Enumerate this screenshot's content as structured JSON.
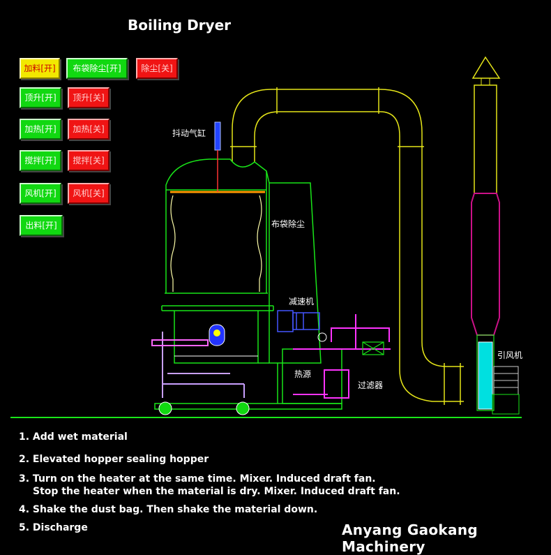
{
  "title": "Boiling Dryer",
  "colors": {
    "button_on": "#11d811",
    "button_off": "#f01414",
    "button_feed": "#f2e800",
    "structure": "#19e619",
    "duct": "#e6e619",
    "heater": "#ff33ff",
    "fan_body": "#cc1188"
  },
  "buttons": [
    {
      "label": "加料[开]",
      "style": "yellow"
    },
    {
      "label": "布袋除尘[开]",
      "style": "green"
    },
    {
      "label": "除尘[关]",
      "style": "red"
    },
    {
      "label": "顶升[开]",
      "style": "green"
    },
    {
      "label": "顶升[关]",
      "style": "red"
    },
    {
      "label": "加热[开]",
      "style": "green"
    },
    {
      "label": "加热[关]",
      "style": "red"
    },
    {
      "label": "搅拌[开]",
      "style": "green"
    },
    {
      "label": "搅拌[关]",
      "style": "red"
    },
    {
      "label": "风机[开]",
      "style": "green"
    },
    {
      "label": "风机[关]",
      "style": "red"
    },
    {
      "label": "出料[开]",
      "style": "green"
    }
  ],
  "labels": {
    "shaker_cylinder": "抖动气缸",
    "bag_filter": "布袋除尘",
    "reducer": "减速机",
    "heat_source": "热源",
    "strainer": "过滤器",
    "induced_fan": "引风机"
  },
  "steps": [
    "1. Add wet material",
    "2. Elevated hopper sealing hopper",
    "3. Turn on the heater at the same time. Mixer. Induced draft fan.",
    "Stop the heater when the material is dry. Mixer. Induced draft fan.",
    "4. Shake the dust bag. Then shake the material down.",
    "5. Discharge"
  ],
  "brand": "Anyang Gaokang Machinery"
}
